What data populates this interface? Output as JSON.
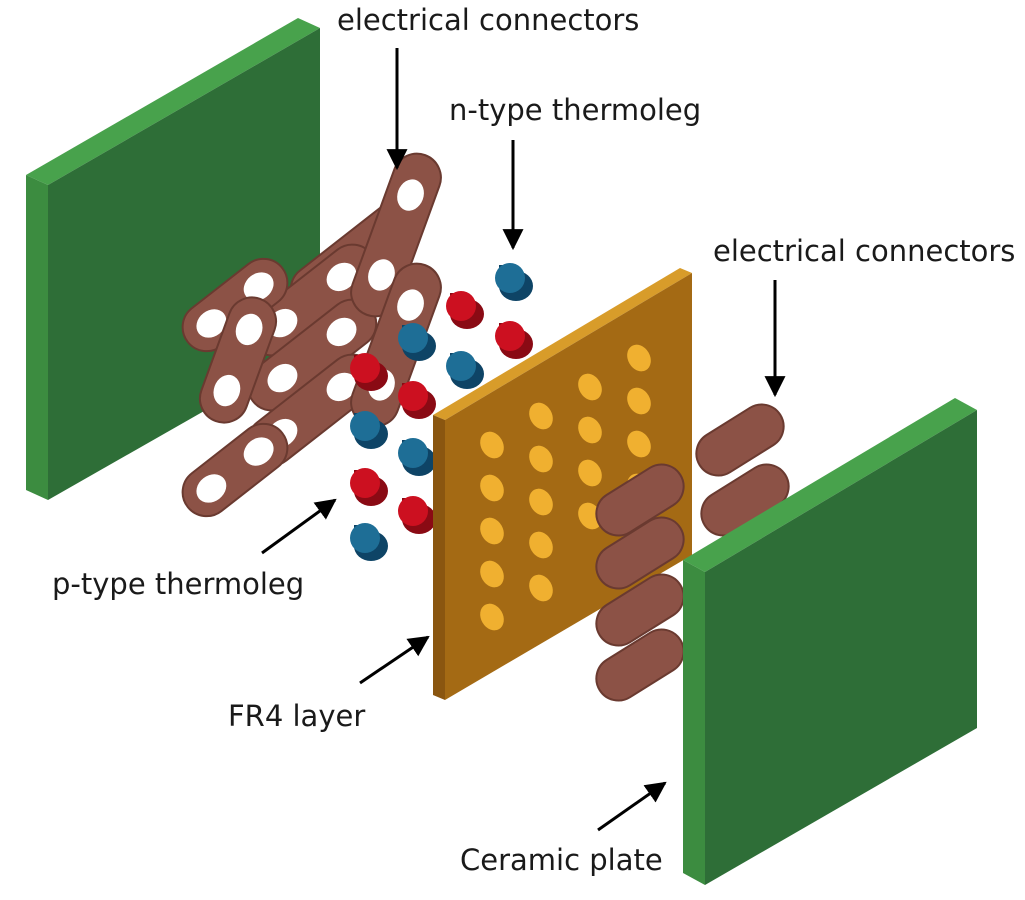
{
  "labels": {
    "electrical_connectors_top": "electrical connectors",
    "n_type": "n-type thermoleg",
    "electrical_connectors_right": "electrical connectors",
    "p_type": "p-type thermoleg",
    "fr4": "FR4 layer",
    "ceramic": "Ceramic plate"
  },
  "colors": {
    "ceramic_face": "#2e6e37",
    "ceramic_top": "#48a24c",
    "ceramic_edge": "#3c8c40",
    "fr4_face": "#a46a14",
    "fr4_top": "#d89c2a",
    "fr4_hole": "#f0b030",
    "connector": "#8c5246",
    "connector_edge": "#6a3a30",
    "p_type_face": "#cc1020",
    "p_type_side": "#8a0a14",
    "n_type_face": "#1e6e96",
    "n_type_side": "#0e4466",
    "arrow": "#000000"
  }
}
